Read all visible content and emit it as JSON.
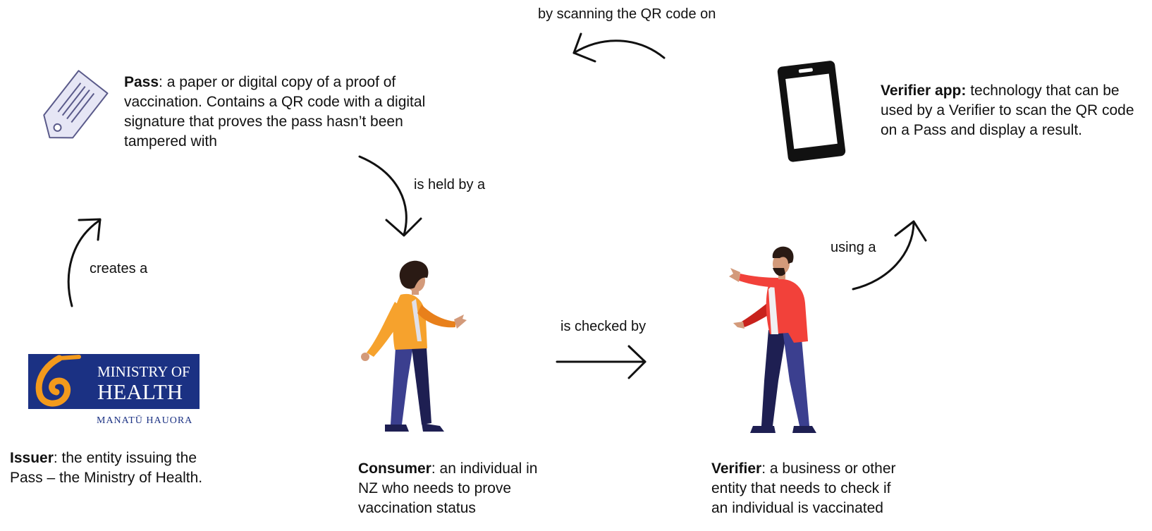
{
  "colors": {
    "ink": "#111111",
    "moh_blue": "#1b3183",
    "moh_orange": "#f39a1c",
    "consumer_jacket": "#f6a22d",
    "consumer_sleeve": "#e8801b",
    "verifier_jacket": "#f2413a",
    "verifier_sleeve": "#c8221c",
    "trousers": "#3b3f8f",
    "trousers_dark": "#1e1f52",
    "skin": "#d39a7a",
    "hair": "#2a1a14",
    "tag_fill": "#e6e6f5",
    "tag_stroke": "#5a5a8a"
  },
  "icons": {
    "pass": "tag-icon",
    "verifier_app": "smartphone-icon",
    "issuer": "ministry-of-health-logo",
    "consumer": "person-consumer-illustration",
    "verifier": "person-verifier-illustration"
  },
  "nodes": {
    "pass": {
      "term": "Pass",
      "line1_rest": ": a paper or digital copy of a proof of",
      "line2": "vaccination. Contains a QR code with a digital",
      "line3": "signature that proves the pass hasn’t been",
      "line4": "tampered with"
    },
    "verifier_app": {
      "term": "Verifier app:",
      "line1_rest": " technology that can be",
      "line2": "used by a Verifier to scan the QR code",
      "line3": "on a Pass and display a result."
    },
    "issuer": {
      "term": "Issuer",
      "line1_rest": ": the entity issuing the",
      "line2": "Pass – the Ministry of Health."
    },
    "consumer": {
      "term": "Consumer",
      "line1_rest": ": an individual in",
      "line2": "NZ who needs to prove",
      "line3": "vaccination status"
    },
    "verifier": {
      "term": "Verifier",
      "line1_rest": ": a business or other",
      "line2": "entity that needs to check if",
      "line3": "an individual is vaccinated"
    }
  },
  "edges": {
    "creates": "creates a",
    "held_by": "is held by a",
    "checked_by": "is checked by",
    "using": "using a",
    "scanning": "by scanning the QR code on"
  },
  "logo": {
    "line1": "MINISTRY OF",
    "line2": "HEALTH",
    "line3": "MANATŪ HAUORA"
  }
}
